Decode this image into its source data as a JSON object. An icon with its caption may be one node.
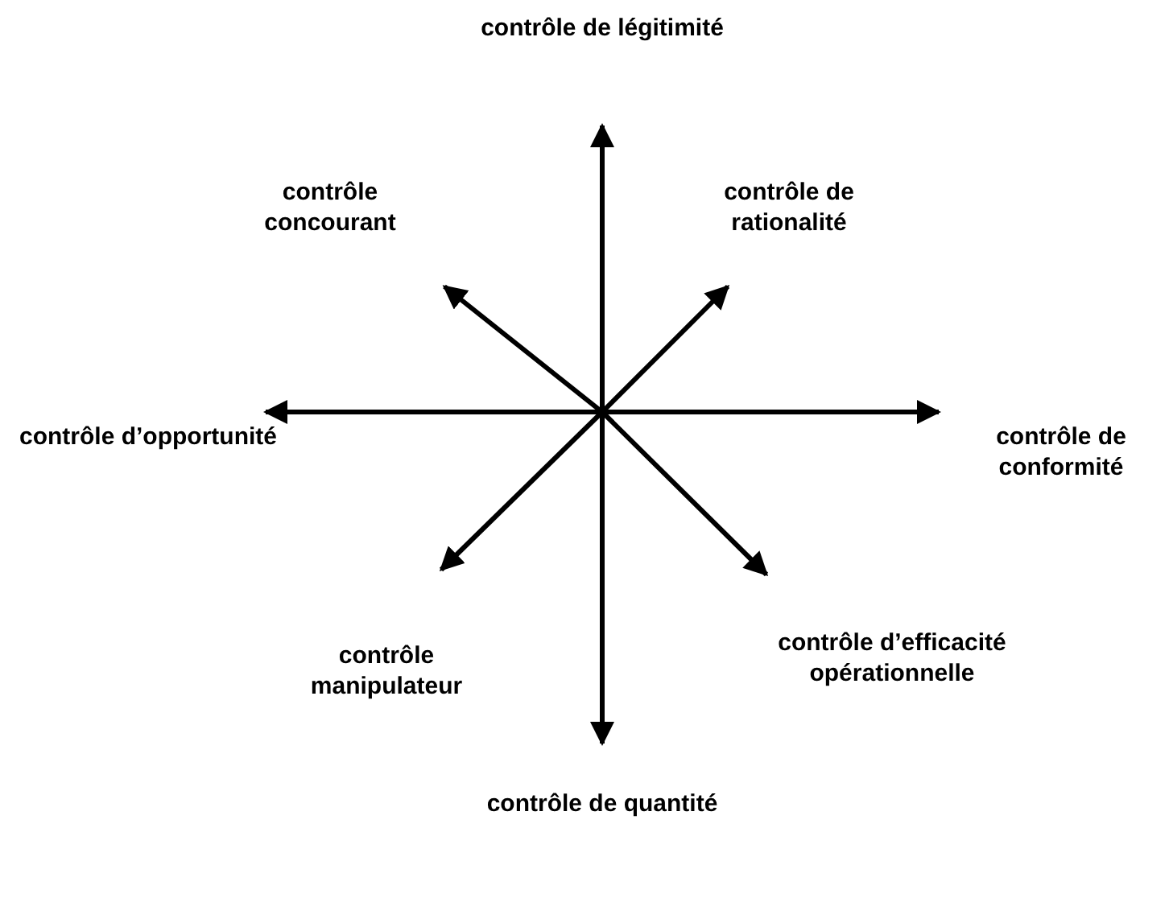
{
  "diagram": {
    "nodes": [
      {
        "text": [
          "contrôle de légitimité"
        ]
      },
      {
        "text": [
          "contrôle concourant"
        ]
      },
      {
        "text": [
          "contrôle de rationalité"
        ]
      },
      {
        "text": [
          "contrôle d’opportunité"
        ]
      },
      {
        "text": [
          "contrôle de conformité"
        ]
      },
      {
        "text": [
          "contrôle manipulateur"
        ]
      },
      {
        "text": [
          "contrôle d’efficacité opérationnelle"
        ]
      },
      {
        "text": [
          "contrôle de quantité"
        ]
      }
    ],
    "edges": [
      {
        "from": null,
        "to": 0,
        "arrow": "to"
      },
      {
        "from": null,
        "to": 1,
        "arrow": "to"
      },
      {
        "from": null,
        "to": 2,
        "arrow": "to"
      },
      {
        "from": null,
        "to": 3,
        "arrow": "to"
      },
      {
        "from": null,
        "to": 4,
        "arrow": "to"
      },
      {
        "from": null,
        "to": 5,
        "arrow": "to"
      },
      {
        "from": null,
        "to": 6,
        "arrow": "to"
      },
      {
        "from": null,
        "to": 7,
        "arrow": "to"
      }
    ]
  }
}
